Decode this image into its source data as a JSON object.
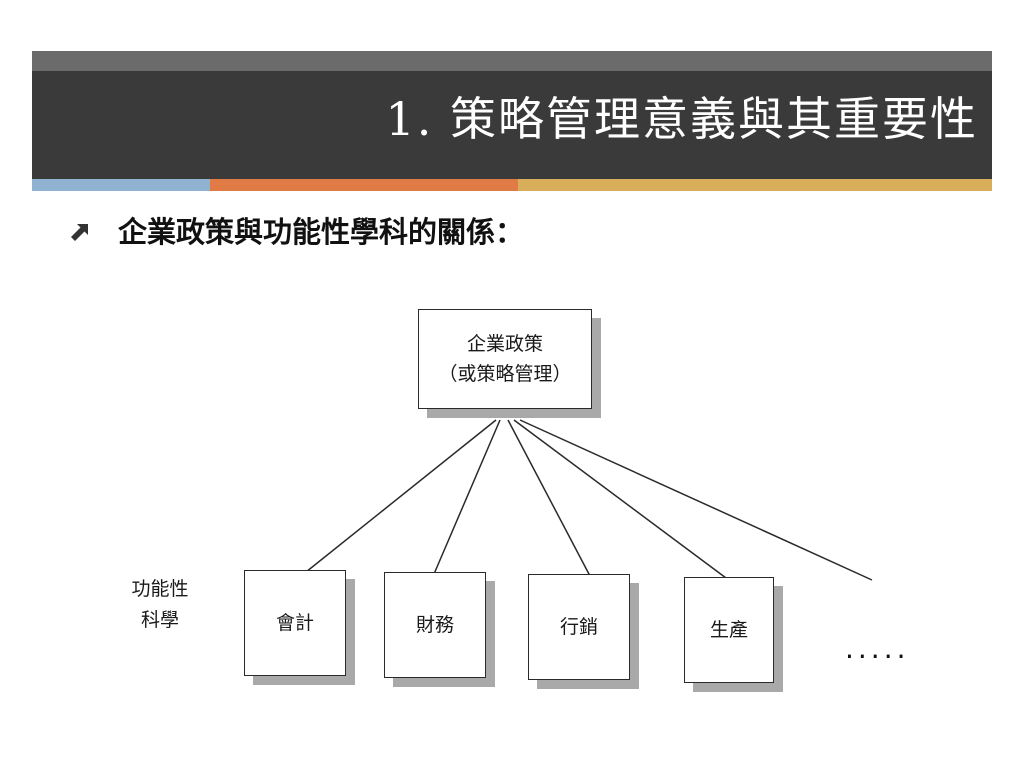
{
  "slide": {
    "title": "1. 策略管理意義與其重要性",
    "bullet_icon": "arrow-up-right-icon",
    "bullet_text": "企業政策與功能性學科的關係：",
    "colors": {
      "title_bar": "#3a3a3a",
      "top_strip": "#6b6b6b",
      "accent_blue": "#8fb3d1",
      "accent_orange": "#e07b45",
      "accent_gold": "#d9ae5a"
    }
  },
  "diagram": {
    "root": {
      "line1": "企業政策",
      "line2": "（或策略管理）"
    },
    "side_label": {
      "line1": "功能性",
      "line2": "科學"
    },
    "children": [
      "會計",
      "財務",
      "行銷",
      "生產"
    ],
    "continuation": "·····"
  }
}
